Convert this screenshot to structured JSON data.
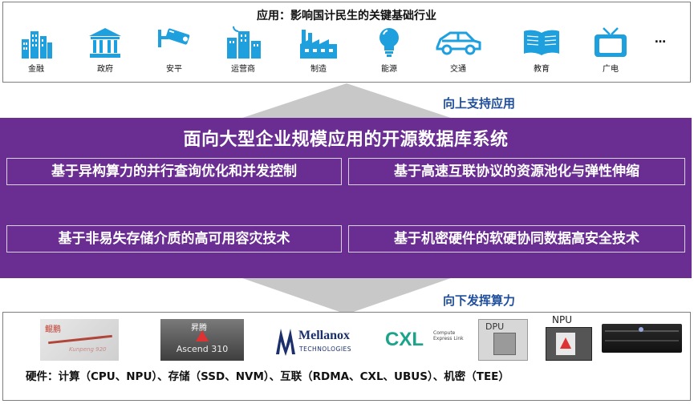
{
  "app_section": {
    "title": "应用：影响国计民生的关键基础行业",
    "industries": [
      {
        "label": "金融",
        "icon": "finance-buildings-icon"
      },
      {
        "label": "政府",
        "icon": "government-building-icon"
      },
      {
        "label": "安平",
        "icon": "security-camera-icon"
      },
      {
        "label": "运营商",
        "icon": "telecom-tower-icon"
      },
      {
        "label": "制造",
        "icon": "factory-icon"
      },
      {
        "label": "能源",
        "icon": "lightbulb-icon"
      },
      {
        "label": "交通",
        "icon": "car-icon"
      },
      {
        "label": "教育",
        "icon": "open-book-icon"
      },
      {
        "label": "广电",
        "icon": "television-icon"
      }
    ],
    "more": "…"
  },
  "up_label": "向上支持应用",
  "down_label": "向下发挥算力",
  "core": {
    "title": "面向大型企业规模应用的开源数据库系统",
    "techs": [
      "基于异构算力的并行查询优化和并发控制",
      "基于高速互联协议的资源池化与弹性伸缩",
      "基于非易失存储介质的高可用容灾技术",
      "基于机密硬件的软硬协同数据高安全技术"
    ]
  },
  "hardware": {
    "items": [
      {
        "name": "kunpeng-chip",
        "text": "鲲鹏",
        "sub": "Kunpeng 920"
      },
      {
        "name": "ascend-chip",
        "text": "昇腾",
        "sub": "Ascend 310"
      },
      {
        "name": "mellanox-logo",
        "text": "Mellanox",
        "sub": "TECHNOLOGIES"
      },
      {
        "name": "cxl-logo",
        "text": "CXL",
        "sub": "Compute Express Link"
      },
      {
        "name": "dpu-card",
        "text": "DPU"
      },
      {
        "name": "npu-card",
        "text": "NPU"
      },
      {
        "name": "server-rack",
        "text": ""
      }
    ],
    "caption": "硬件：计算（CPU、NPU）、存储（SSD、NVM）、互联（RDMA、CXL、UBUS）、机密（TEE）"
  },
  "colors": {
    "accent": "#1ea0df",
    "core_bg": "#6a2d91",
    "label_blue": "#1f4e9c",
    "arrow_gray": "#c8c8c8"
  }
}
